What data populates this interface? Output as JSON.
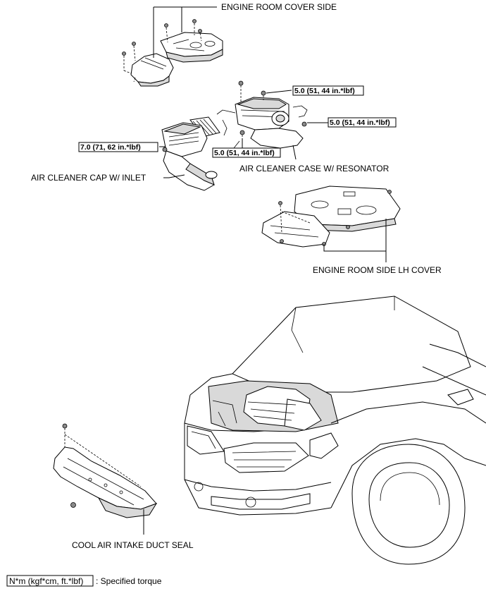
{
  "labels": {
    "engine_room_cover_side": "ENGINE ROOM COVER SIDE",
    "air_cleaner_cap": "AIR CLEANER CAP W/ INLET",
    "air_cleaner_case": "AIR CLEANER CASE W/ RESONATOR",
    "engine_room_side_lh_cover": "ENGINE ROOM SIDE LH COVER",
    "cool_air_intake_duct_seal": "COOL AIR INTAKE DUCT SEAL"
  },
  "torques": {
    "case_top": "5.0 (51, 44 in.*lbf)",
    "case_right": "5.0 (51, 44 in.*lbf)",
    "case_bottom": "5.0 (51, 44 in.*lbf)",
    "cap": "7.0 (71, 62 in.*lbf)"
  },
  "legend": {
    "unit_box": "N*m (kgf*cm, ft.*lbf)",
    "description": ": Specified torque"
  }
}
